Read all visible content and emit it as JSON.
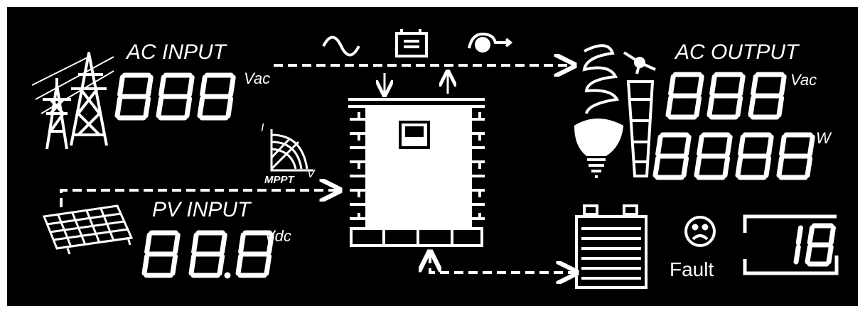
{
  "colors": {
    "background": "#000000",
    "foreground": "#ffffff",
    "page": "#ffffff"
  },
  "ac_input": {
    "label": "AC INPUT",
    "digits": "888",
    "unit": "Vac"
  },
  "ac_output": {
    "label": "AC OUTPUT",
    "voltage_digits": "888",
    "voltage_unit": "Vac",
    "power_digits": "8888",
    "power_unit": "W"
  },
  "pv_input": {
    "label": "PV INPUT",
    "digits": "88.8",
    "unit": "Vdc"
  },
  "mppt": {
    "label": "MPPT",
    "current_symbol": "I",
    "voltage_symbol": "V"
  },
  "fault": {
    "label": "Fault",
    "code": "18"
  },
  "icons": [
    "transmission-tower-icon",
    "solar-panel-icon",
    "sine-wave-icon",
    "battery-icon",
    "bypass-icon",
    "inverter-icon",
    "lightbulb-icon",
    "fan-icon",
    "sad-face-icon"
  ]
}
